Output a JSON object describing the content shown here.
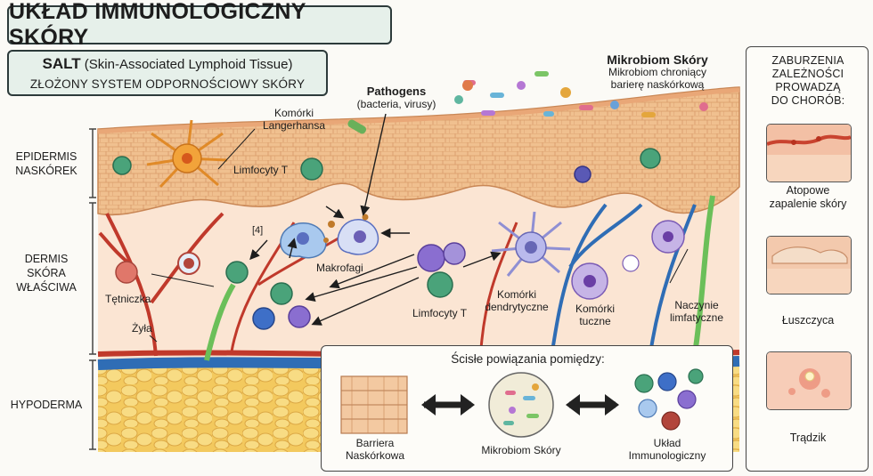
{
  "title": "UKŁAD IMMUNOLOGICZNY SKÓRY",
  "salt": {
    "abbr": "SALT",
    "full": "(Skin-Associated Lymphoid Tissue)",
    "subtitle": "ZŁOŻONY SYSTEM ODPORNOŚCIOWY SKÓRY"
  },
  "layers": {
    "epidermis_1": "EPIDERMIS",
    "epidermis_2": "NASKÓREK",
    "dermis_1": "DERMIS",
    "dermis_2": "SKÓRA",
    "dermis_3": "WŁAŚCIWA",
    "hypoderma": "HYPODERMA"
  },
  "labels": {
    "langerhans_1": "Komórki",
    "langerhans_2": "Langerhansa",
    "pathogens_1": "Pathogens",
    "pathogens_2": "(bacteria, virusy)",
    "microbiome_title": "Mikrobiom Skóry",
    "microbiome_desc_1": "Mikrobiom chroniący",
    "microbiome_desc_2": "barierę naskórkową",
    "lymphocytes_epi": "Limfocyty T",
    "ref": "[4]",
    "macrophages": "Makrofagi",
    "artery": "Tętniczka",
    "vein": "Żyła",
    "lymphocytes_derm": "Limfocyty T",
    "dendritic_1": "Komórki",
    "dendritic_2": "dendrytyczne",
    "mast_1": "Komórki",
    "mast_2": "tuczne",
    "lymph_1": "Naczynie",
    "lymph_2": "limfatyczne"
  },
  "relations": {
    "title": "Ścisłe powiązania pomiędzy:",
    "barrier_1": "Barriera",
    "barrier_2": "Naskórkowa",
    "microbiome": "Mikrobiom Skóry",
    "immune_1": "Układ",
    "immune_2": "Immunologiczny"
  },
  "disorders": {
    "title_1": "ZABURZENIA",
    "title_2": "ZALEŻNOŚCI",
    "title_3": "PROWADZĄ",
    "title_4": "DO CHORÓB:",
    "atopic_1": "Atopowe",
    "atopic_2": "zapalenie skóry",
    "psoriasis": "Łuszczyca",
    "acne": "Trądzik"
  },
  "colors": {
    "title_bg": "#e6f0ea",
    "epidermis": "#f2c79d",
    "dermis": "#fbe5d3",
    "hypoderma": "#f7d77a",
    "artery": "#c0392b",
    "vein": "#2f6db5",
    "lymph": "#6bbf59"
  }
}
